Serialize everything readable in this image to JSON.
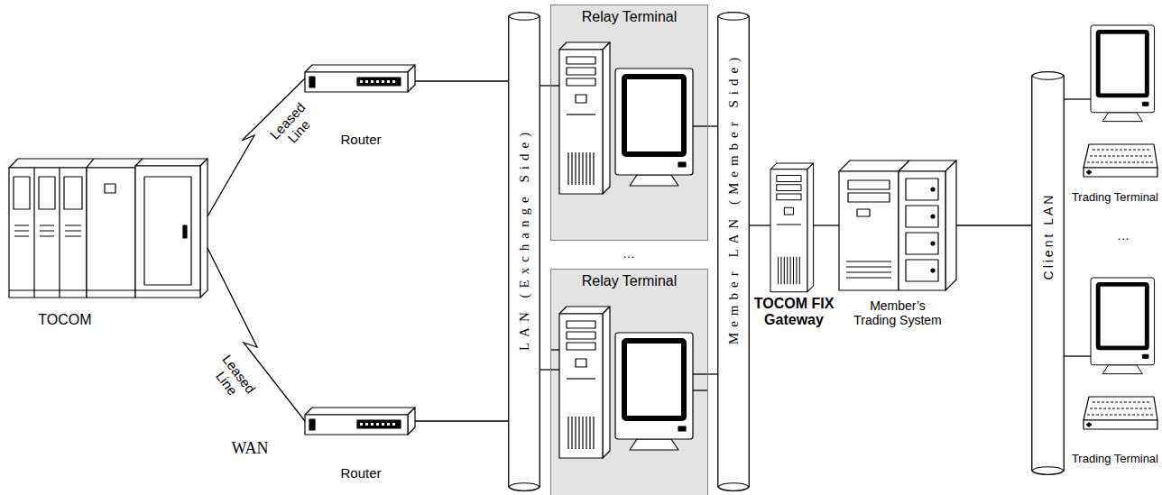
{
  "diagram": {
    "nodes": [
      {
        "text": [
          "TOCOM"
        ]
      },
      {
        "text": [
          "Router"
        ]
      },
      {
        "text": [
          "Router"
        ]
      },
      {
        "text": [
          "LAN (Exchange Side)"
        ]
      },
      {
        "text": [
          "Relay Terminal"
        ]
      },
      {
        "text": [
          "Relay Terminal"
        ]
      },
      {
        "text": [
          "Member LAN (Member Side)"
        ]
      },
      {
        "text": [
          "TOCOM FIX Gateway"
        ]
      },
      {
        "text": [
          "Member’s Trading System"
        ]
      },
      {
        "text": [
          "Client LAN"
        ]
      },
      {
        "text": [
          "Trading Terminal"
        ]
      },
      {
        "text": [
          "Trading Terminal"
        ]
      }
    ],
    "edges": [
      {
        "from": 0,
        "to": 1,
        "arrow": "none",
        "label": "Leased Line"
      },
      {
        "from": 0,
        "to": 2,
        "arrow": "none",
        "label": "Leased Line"
      },
      {
        "from": 1,
        "to": 3,
        "arrow": "none"
      },
      {
        "from": 2,
        "to": 3,
        "arrow": "none"
      },
      {
        "from": 3,
        "to": 4,
        "arrow": "none"
      },
      {
        "from": 3,
        "to": 5,
        "arrow": "none"
      },
      {
        "from": 4,
        "to": 6,
        "arrow": "none"
      },
      {
        "from": 5,
        "to": 6,
        "arrow": "none"
      },
      {
        "from": 6,
        "to": 7,
        "arrow": "none"
      },
      {
        "from": 7,
        "to": 8,
        "arrow": "none"
      },
      {
        "from": 8,
        "to": 9,
        "arrow": "none"
      },
      {
        "from": 9,
        "to": 10,
        "arrow": "none"
      },
      {
        "from": 9,
        "to": 11,
        "arrow": "none"
      }
    ],
    "labels": [
      "WAN",
      "…",
      "…"
    ]
  }
}
